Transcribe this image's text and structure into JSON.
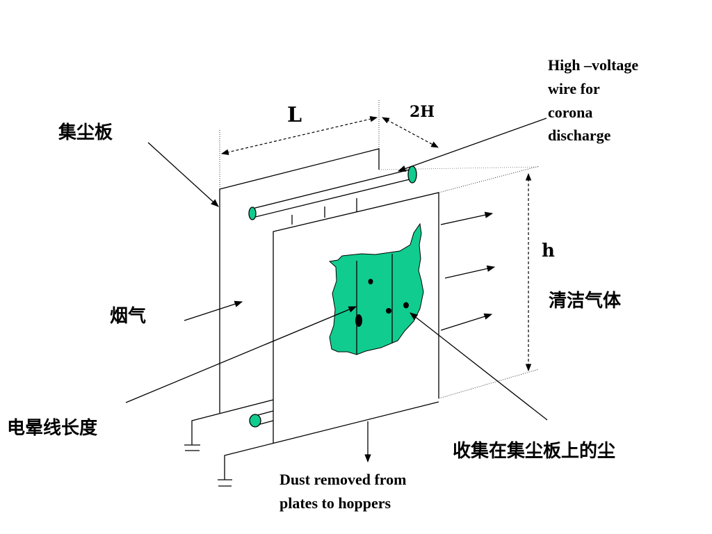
{
  "labels": {
    "dimension_L": "L",
    "dimension_2H": "2H",
    "dimension_h": "h",
    "collector_plate": "集尘板",
    "flue_gas": "烟气",
    "clean_gas": "清洁气体",
    "corona_wire_length": "电晕线长度",
    "dust_on_plate": "收集在集尘板上的尘",
    "hv_wire_lines": [
      "High –voltage",
      "wire for",
      "corona",
      "discharge"
    ],
    "dust_removed_lines": [
      "Dust removed from",
      "plates to hoppers"
    ]
  },
  "colors": {
    "dust": "#11cc8f",
    "line": "#000000"
  }
}
